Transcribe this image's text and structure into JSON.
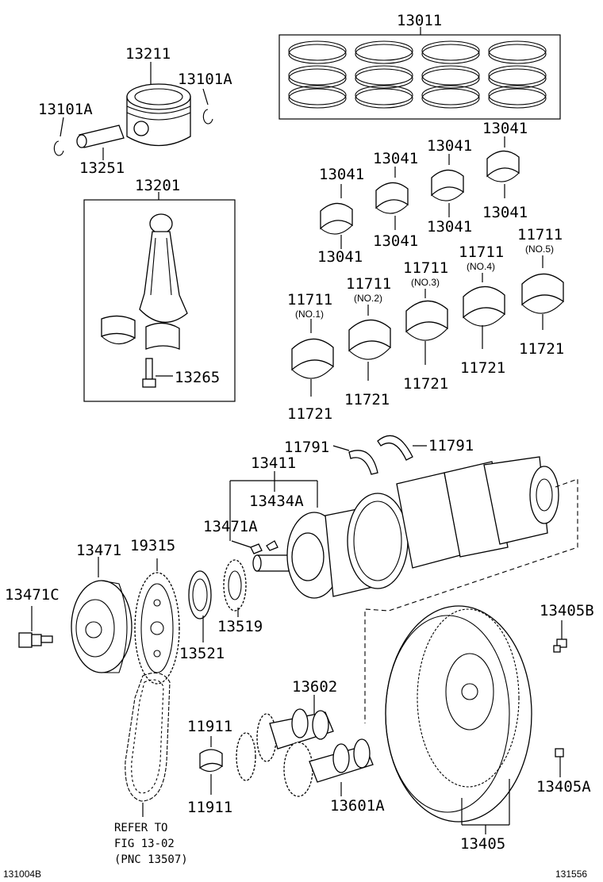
{
  "labels": {
    "p13011": "13011",
    "p13211": "13211",
    "p13101a_r": "13101A",
    "p13101a_l": "13101A",
    "p13251": "13251",
    "p13201": "13201",
    "p13265": "13265",
    "p13041_a": "13041",
    "p13041_b": "13041",
    "p13041_c": "13041",
    "p13041_d": "13041",
    "p13041_e": "13041",
    "p13041_f": "13041",
    "p13041_g": "13041",
    "p13041_h": "13041",
    "p11711_1": "11711",
    "p11711_2": "11711",
    "p11711_3": "11711",
    "p11711_4": "11711",
    "p11711_5": "11711",
    "no1": "(NO.1)",
    "no2": "(NO.2)",
    "no3": "(NO.3)",
    "no4": "(NO.4)",
    "no5": "(NO.5)",
    "p11721_1": "11721",
    "p11721_2": "11721",
    "p11721_3": "11721",
    "p11721_4": "11721",
    "p11721_5": "11721",
    "p11791_l": "11791",
    "p11791_r": "11791",
    "p13411": "13411",
    "p13434a": "13434A",
    "p13471a": "13471A",
    "p13471": "13471",
    "p19315": "19315",
    "p13471c": "13471C",
    "p13519": "13519",
    "p13521": "13521",
    "p13405b": "13405B",
    "p13602": "13602",
    "p11911_t": "11911",
    "p11911_b": "11911",
    "p13601a": "13601A",
    "p13405a": "13405A",
    "p13405": "13405",
    "ref1": "REFER TO",
    "ref2": "FIG 13-02",
    "ref3": "(PNC 13507)",
    "corner_left": "131004B",
    "corner_right": "131556"
  },
  "icons": [
    "piston-icon",
    "piston-ring-set-icon",
    "snap-ring-icon",
    "piston-pin-icon",
    "connecting-rod-icon",
    "bearing-shell-icon",
    "thrust-washer-icon",
    "crankshaft-icon",
    "pulley-icon",
    "sprocket-icon",
    "timing-chain-icon",
    "camshaft-icon",
    "flywheel-icon",
    "bolt-icon",
    "key-icon"
  ]
}
